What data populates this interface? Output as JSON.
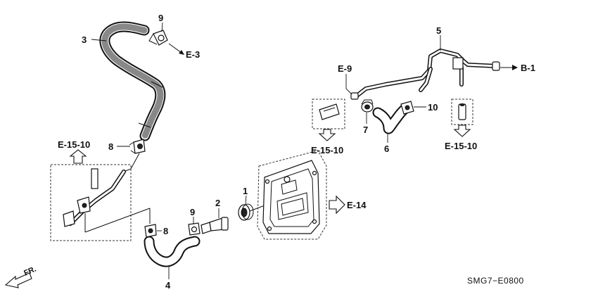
{
  "callouts": {
    "c1": "1",
    "c2": "2",
    "c3": "3",
    "c4": "4",
    "c5": "5",
    "c6": "6",
    "c7": "7",
    "c8a": "8",
    "c8b": "8",
    "c9a": "9",
    "c9b": "9",
    "c10": "10"
  },
  "references": {
    "e3": "E-3",
    "e9": "E-9",
    "b1": "B-1",
    "e14": "E-14",
    "e1510_left": "E-15-10",
    "e1510_mid": "E-15-10",
    "e1510_right": "E-15-10"
  },
  "direction_label": "FR.",
  "drawing_code": "SMG7−E0800"
}
